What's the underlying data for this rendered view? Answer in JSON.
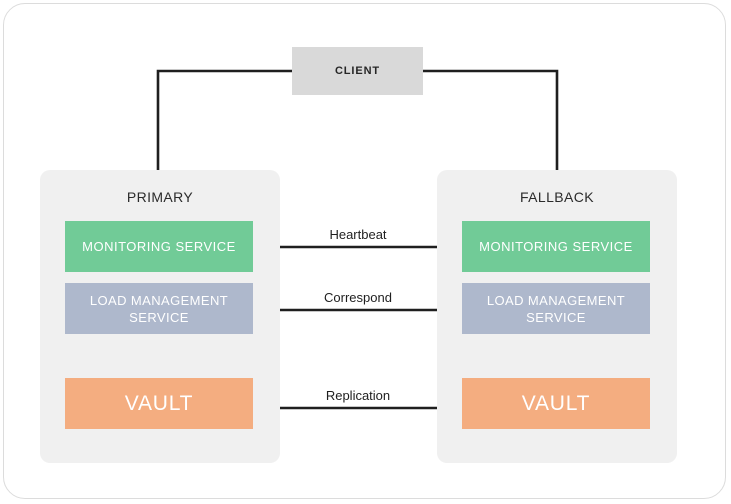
{
  "diagram": {
    "title_text": "",
    "colors": {
      "page_background": "#ffffff",
      "card_border": "#dcdcdc",
      "zone_panel": "#f0f0f0",
      "client_box": "#d9d9d9",
      "monitoring_service": "#71cb97",
      "load_management_service": "#aeb8cc",
      "vault": "#f4ad80",
      "connector_line": "#1f1f1f",
      "node_text": "#ffffff",
      "label_text": "#1f1f1f"
    },
    "client": {
      "label": "CLIENT",
      "icon": "client-box"
    },
    "zones": [
      {
        "id": "primary",
        "title": "PRIMARY",
        "services": [
          {
            "id": "monitoring",
            "label": "MONITORING SERVICE"
          },
          {
            "id": "load-management",
            "label": "LOAD MANAGEMENT SERVICE"
          },
          {
            "id": "vault",
            "label": "VAULT"
          }
        ]
      },
      {
        "id": "fallback",
        "title": "FALLBACK",
        "services": [
          {
            "id": "monitoring",
            "label": "MONITORING SERVICE"
          },
          {
            "id": "load-management",
            "label": "LOAD MANAGEMENT SERVICE"
          },
          {
            "id": "vault",
            "label": "VAULT"
          }
        ]
      }
    ],
    "connections": [
      {
        "id": "heartbeat",
        "label": "Heartbeat",
        "from": "primary.monitoring",
        "to": "fallback.monitoring"
      },
      {
        "id": "correspond",
        "label": "Correspond",
        "from": "primary.load-management",
        "to": "fallback.load-management"
      },
      {
        "id": "replication",
        "label": "Replication",
        "from": "primary.vault",
        "to": "fallback.vault"
      },
      {
        "id": "client-to-primary",
        "label": "",
        "from": "client",
        "to": "primary"
      },
      {
        "id": "client-to-fallback",
        "label": "",
        "from": "client",
        "to": "fallback"
      }
    ]
  }
}
